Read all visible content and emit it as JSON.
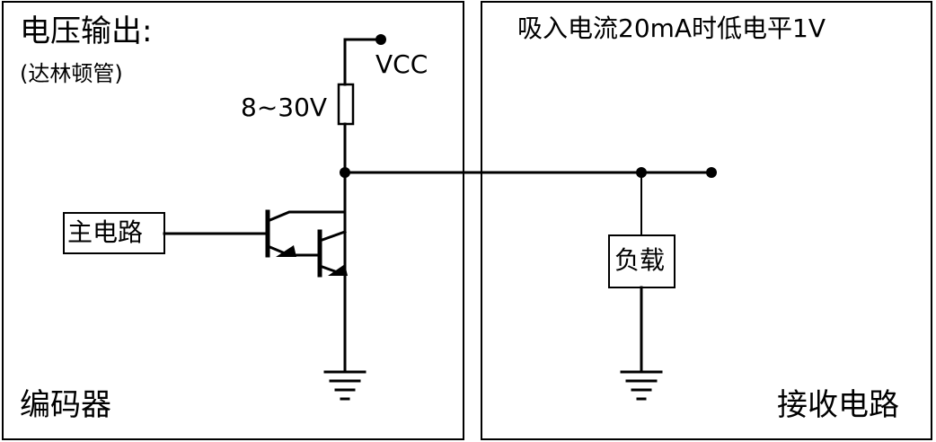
{
  "encoder": {
    "title": "电压输出:",
    "subtitle": "(达林顿管)",
    "footer": "编码器",
    "main_circuit": "主电路",
    "supply_range": "8~30V",
    "vcc": "VCC"
  },
  "receiver": {
    "title": "吸入电流20mA时低电平1V",
    "footer": "接收电路",
    "load": "负载"
  }
}
